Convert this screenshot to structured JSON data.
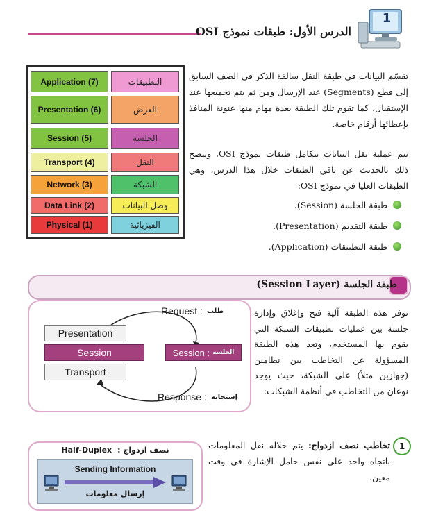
{
  "header": {
    "lesson_number": "1",
    "lesson_title": "الدرس الأول: طبقات نموذج OSI"
  },
  "osi_table": [
    {
      "en": "Application (7)",
      "ar": "التطبيقات",
      "en_color": "#82c341",
      "ar_color": "#ef9ad2"
    },
    {
      "en": "Presentation (6)",
      "ar": "العرض",
      "en_color": "#82c341",
      "ar_color": "#f4a466"
    },
    {
      "en": "Session (5)",
      "ar": "الجلسة",
      "en_color": "#82c341",
      "ar_color": "#c65fb0"
    },
    {
      "en": "Transport (4)",
      "ar": "النقل",
      "en_color": "#eef0a0",
      "ar_color": "#f07a7a"
    },
    {
      "en": "Network (3)",
      "ar": "الشبكة",
      "en_color": "#f6a23a",
      "ar_color": "#4fc16b"
    },
    {
      "en": "Data Link (2)",
      "ar": "وصل البيانات",
      "en_color": "#f26b6b",
      "ar_color": "#f6ec58"
    },
    {
      "en": "Physical (1)",
      "ar": "الفيزيائية",
      "en_color": "#e83a3a",
      "ar_color": "#7fd1de"
    }
  ],
  "intro": {
    "p1": "تقسّم البيانات في طبقة النقل سالفة الذكر في الصف السابق إلى قطع (Segments) عند الإرسال ومن ثم يتم تجميعها عند الإستقبال، كما تقوم تلك الطبقة بعدة مهام منها عنونة المنافذ بإعطائها أرقام خاصة.",
    "p2": "تتم عملية نقل البيانات بتكامل طبقات نموذج OSI، ويتضح ذلك بالحديث عن باقي الطبقات خلال هذا الدرس، وهي الطبقات العليا في نموذج OSI:",
    "bullets": [
      "طبقة الجلسة (Session).",
      "طبقة التقديم (Presentation).",
      "طبقة التطبيقات (Application)."
    ]
  },
  "section": {
    "title": "طبقة الجلسة (Session Layer)",
    "body": "توفر هذه الطبقة آلية فتح وإغلاق وإدارة جلسة بين عمليات تطبيقات الشبكة التي يقوم بها المستخدم، وتعد هذه الطبقة المسؤولة عن التخاطب بين نظامين (جهازين مثلاً) على الشبكة، حيث يوجد نوعان من التخاطب في أنظمة الشبكات:"
  },
  "diagram": {
    "request_en": "Request :",
    "request_ar": "طلب",
    "response_en": "Response :",
    "response_ar": "إستجابة",
    "left_boxes": [
      "Presentation",
      "Session",
      "Transport"
    ],
    "right_box_en": "Session :",
    "right_box_ar": "الجلسة"
  },
  "half_duplex": {
    "number": "1",
    "heading": "تخاطب نصف ازدواج:",
    "text": "يتم خلاله نقل المعلومات باتجاه واحد على نفس حامل الإشارة في وقت معين.",
    "box_title_ar": "نصف ازدواج :",
    "box_title_en": "Half-Duplex",
    "sending_en": "Sending Information",
    "sending_ar": "إرسال معلومات"
  },
  "colors": {
    "accent": "#c44a8c",
    "session_box": "#a5407e",
    "bullet_green": "#5cb83a"
  }
}
